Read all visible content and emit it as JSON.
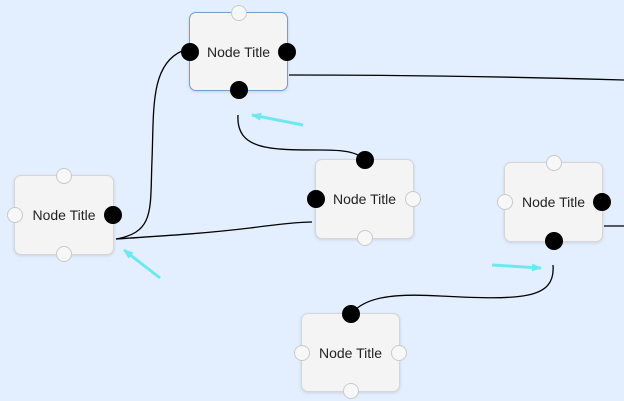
{
  "canvas": {
    "background": "#e3efff",
    "wire_color": "#000000",
    "hint_arrow_color": "#6ee8f0"
  },
  "nodes": [
    {
      "id": "n1",
      "title": "Node Title",
      "selected": true,
      "ports": {
        "top": "open",
        "left": "linked",
        "right": "linked",
        "bottom": "linked"
      }
    },
    {
      "id": "n2",
      "title": "Node Title",
      "selected": false,
      "ports": {
        "top": "open",
        "left": "open",
        "right": "linked",
        "bottom": "open"
      }
    },
    {
      "id": "n3",
      "title": "Node Title",
      "selected": false,
      "ports": {
        "top": "linked",
        "left": "linked",
        "right": "open",
        "bottom": "open"
      }
    },
    {
      "id": "n4",
      "title": "Node Title",
      "selected": false,
      "ports": {
        "top": "open",
        "left": "open",
        "right": "linked",
        "bottom": "linked"
      }
    },
    {
      "id": "n5",
      "title": "Node Title",
      "selected": false,
      "ports": {
        "top": "linked",
        "left": "open",
        "right": "open",
        "bottom": "open"
      }
    }
  ],
  "connections": [
    {
      "from": "n2.right",
      "to": "n1.left"
    },
    {
      "from": "n2.right",
      "to": "n3.left"
    },
    {
      "from": "n1.bottom",
      "to": "n3.top"
    },
    {
      "from": "n1.right",
      "to": "offscreen-right"
    },
    {
      "from": "n4.right",
      "to": "offscreen-right"
    },
    {
      "from": "n4.bottom",
      "to": "n5.top"
    }
  ]
}
